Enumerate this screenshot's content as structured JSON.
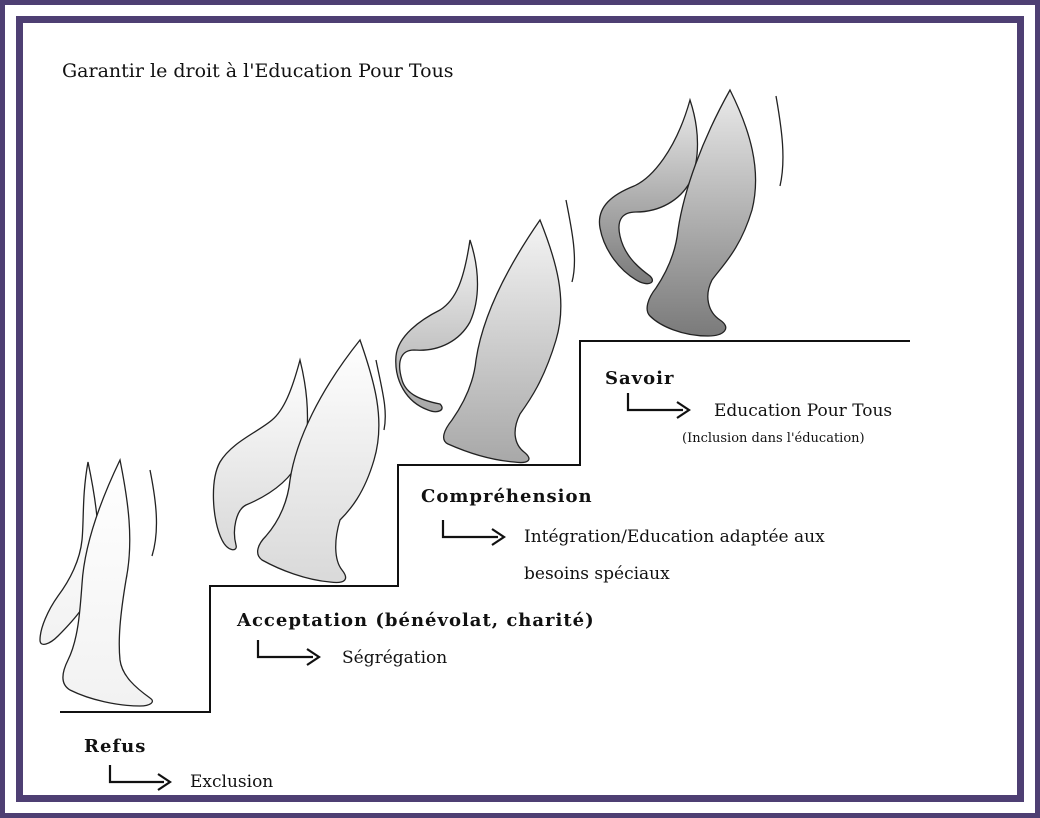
{
  "title": "Garantir le droit à l'Education Pour Tous",
  "steps": [
    {
      "heading": "Refus",
      "result": "Exclusion"
    },
    {
      "heading": "Acceptation (bénévolat, charité)",
      "result": "Ségrégation"
    },
    {
      "heading": "Compréhension",
      "result_line1": "Intégration/Education adaptée aux",
      "result_line2": "besoins spéciaux"
    },
    {
      "heading": "Savoir",
      "result": "Education Pour Tous",
      "note": "(Inclusion dans l'éducation)"
    }
  ],
  "colors": {
    "frame": "#4e3f73",
    "line": "#111111"
  }
}
